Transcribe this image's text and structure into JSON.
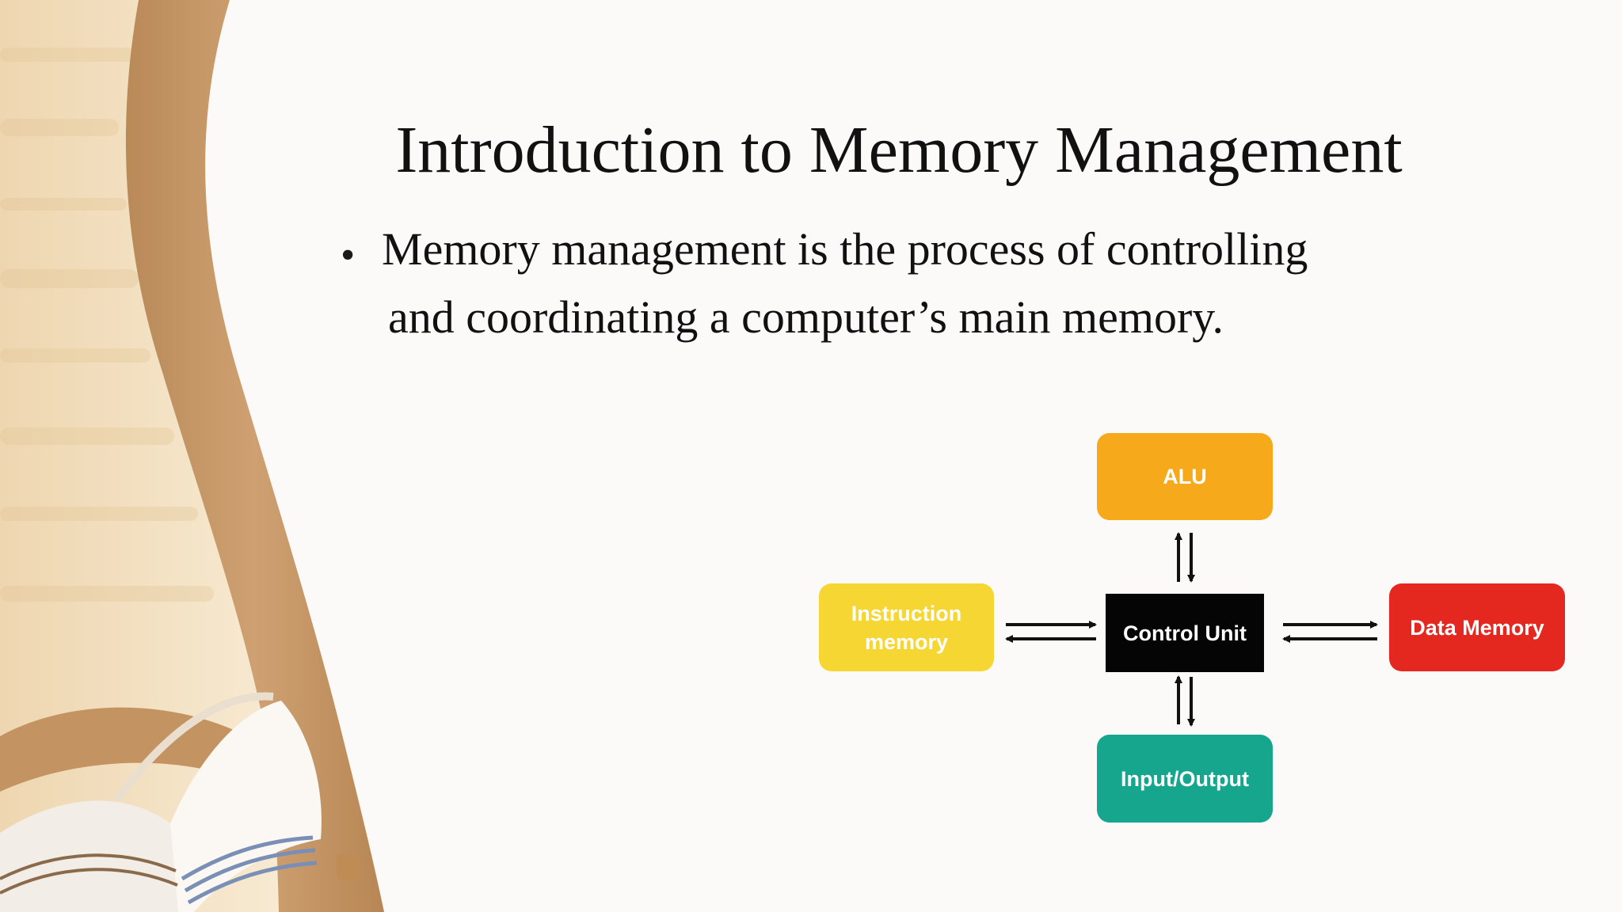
{
  "slide": {
    "title": "Introduction to Memory Management",
    "bullet": {
      "marker": "•",
      "line1": "Memory management is the process of controlling",
      "line2": "and coordinating a computer’s main memory."
    }
  },
  "diagram": {
    "nodes": {
      "alu": {
        "label": "ALU",
        "color": "#f7a91c"
      },
      "instruction_memory": {
        "label": "Instruction memory",
        "color": "#f6d632"
      },
      "control_unit": {
        "label": "Control Unit",
        "color": "#050505"
      },
      "data_memory": {
        "label": "Data Memory",
        "color": "#e5281f"
      },
      "input_output": {
        "label": "Input/Output",
        "color": "#16a68e"
      }
    },
    "connections": [
      {
        "between": [
          "alu",
          "control_unit"
        ],
        "direction": "bidirectional"
      },
      {
        "between": [
          "instruction_memory",
          "control_unit"
        ],
        "direction": "bidirectional"
      },
      {
        "between": [
          "control_unit",
          "data_memory"
        ],
        "direction": "bidirectional"
      },
      {
        "between": [
          "control_unit",
          "input_output"
        ],
        "direction": "bidirectional"
      }
    ]
  },
  "background": {
    "scroll_color": "#c79a68",
    "parchment_color": "#f1ddbd",
    "book_icon": "open-book-icon"
  }
}
